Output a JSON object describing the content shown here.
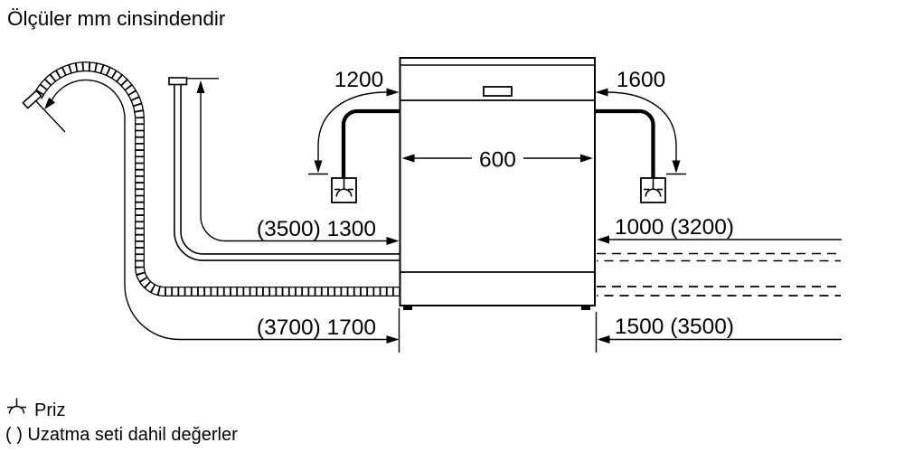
{
  "title": "Ölçüler mm cinsindendir",
  "dimensions": {
    "cord_left": "1200",
    "cord_right": "1600",
    "appliance_width": "600",
    "supply_hose_left": "(3500) 1300",
    "supply_hose_right": "1000 (3200)",
    "drain_hose_left": "(3700) 1700",
    "drain_hose_right": "1500 (3500)"
  },
  "legend": {
    "socket_icon": "power-socket-symbol",
    "socket_label": "Priz",
    "brackets_note": "( ) Uzatma seti dahil değerler"
  },
  "colors": {
    "line": "#000000",
    "background": "#ffffff"
  }
}
